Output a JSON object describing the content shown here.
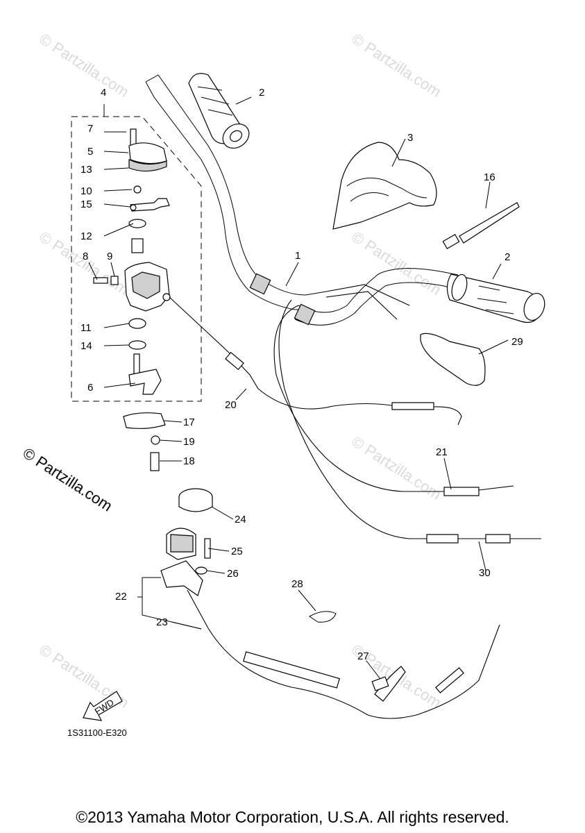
{
  "watermark": "© Partzilla.com",
  "side_watermark": "© Partzilla.com",
  "diagram_code": "1S31100-E320",
  "fwd_label": "FWD",
  "copyright": "©2013 Yamaha Motor Corporation, U.S.A. All rights reserved.",
  "callouts": {
    "c1": "1",
    "c2a": "2",
    "c2b": "2",
    "c3": "3",
    "c4": "4",
    "c5": "5",
    "c6": "6",
    "c7": "7",
    "c8": "8",
    "c9": "9",
    "c10": "10",
    "c11": "11",
    "c12": "12",
    "c13": "13",
    "c14": "14",
    "c15": "15",
    "c16": "16",
    "c17": "17",
    "c18": "18",
    "c19": "19",
    "c20": "20",
    "c21": "21",
    "c22": "22",
    "c23": "23",
    "c24": "24",
    "c25": "25",
    "c26": "26",
    "c27": "27",
    "c28": "28",
    "c29": "29",
    "c30": "30"
  }
}
